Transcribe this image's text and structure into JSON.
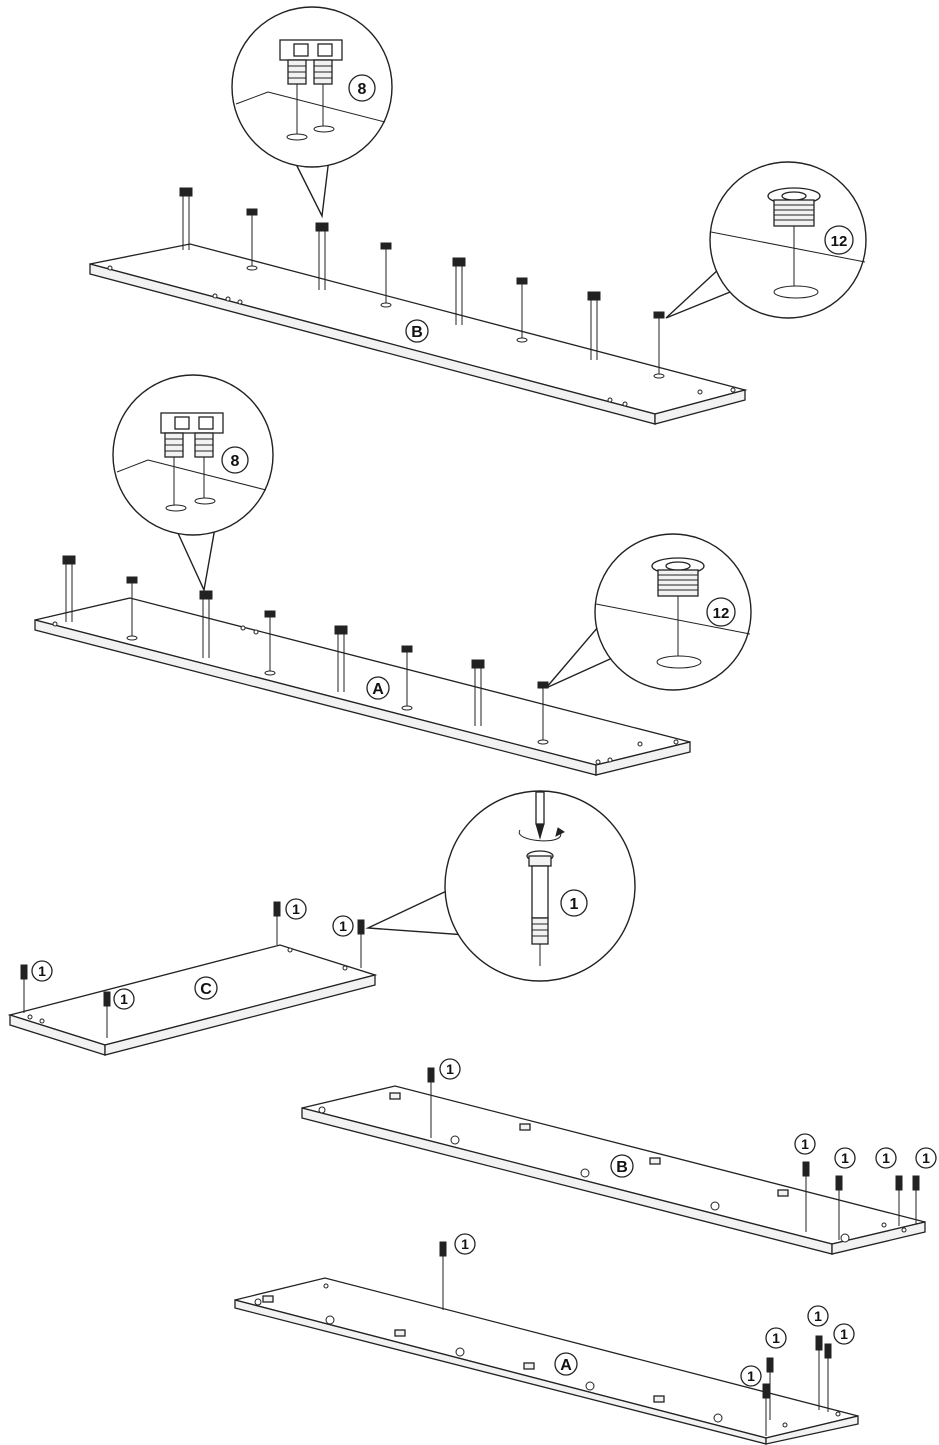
{
  "panels": {
    "b_top": "B",
    "a_top": "A",
    "c": "C",
    "b_bottom": "B",
    "a_bottom": "A"
  },
  "parts": {
    "cam_lock_pair": "8",
    "insert_bushing": "12",
    "connector_bolt": "1"
  }
}
